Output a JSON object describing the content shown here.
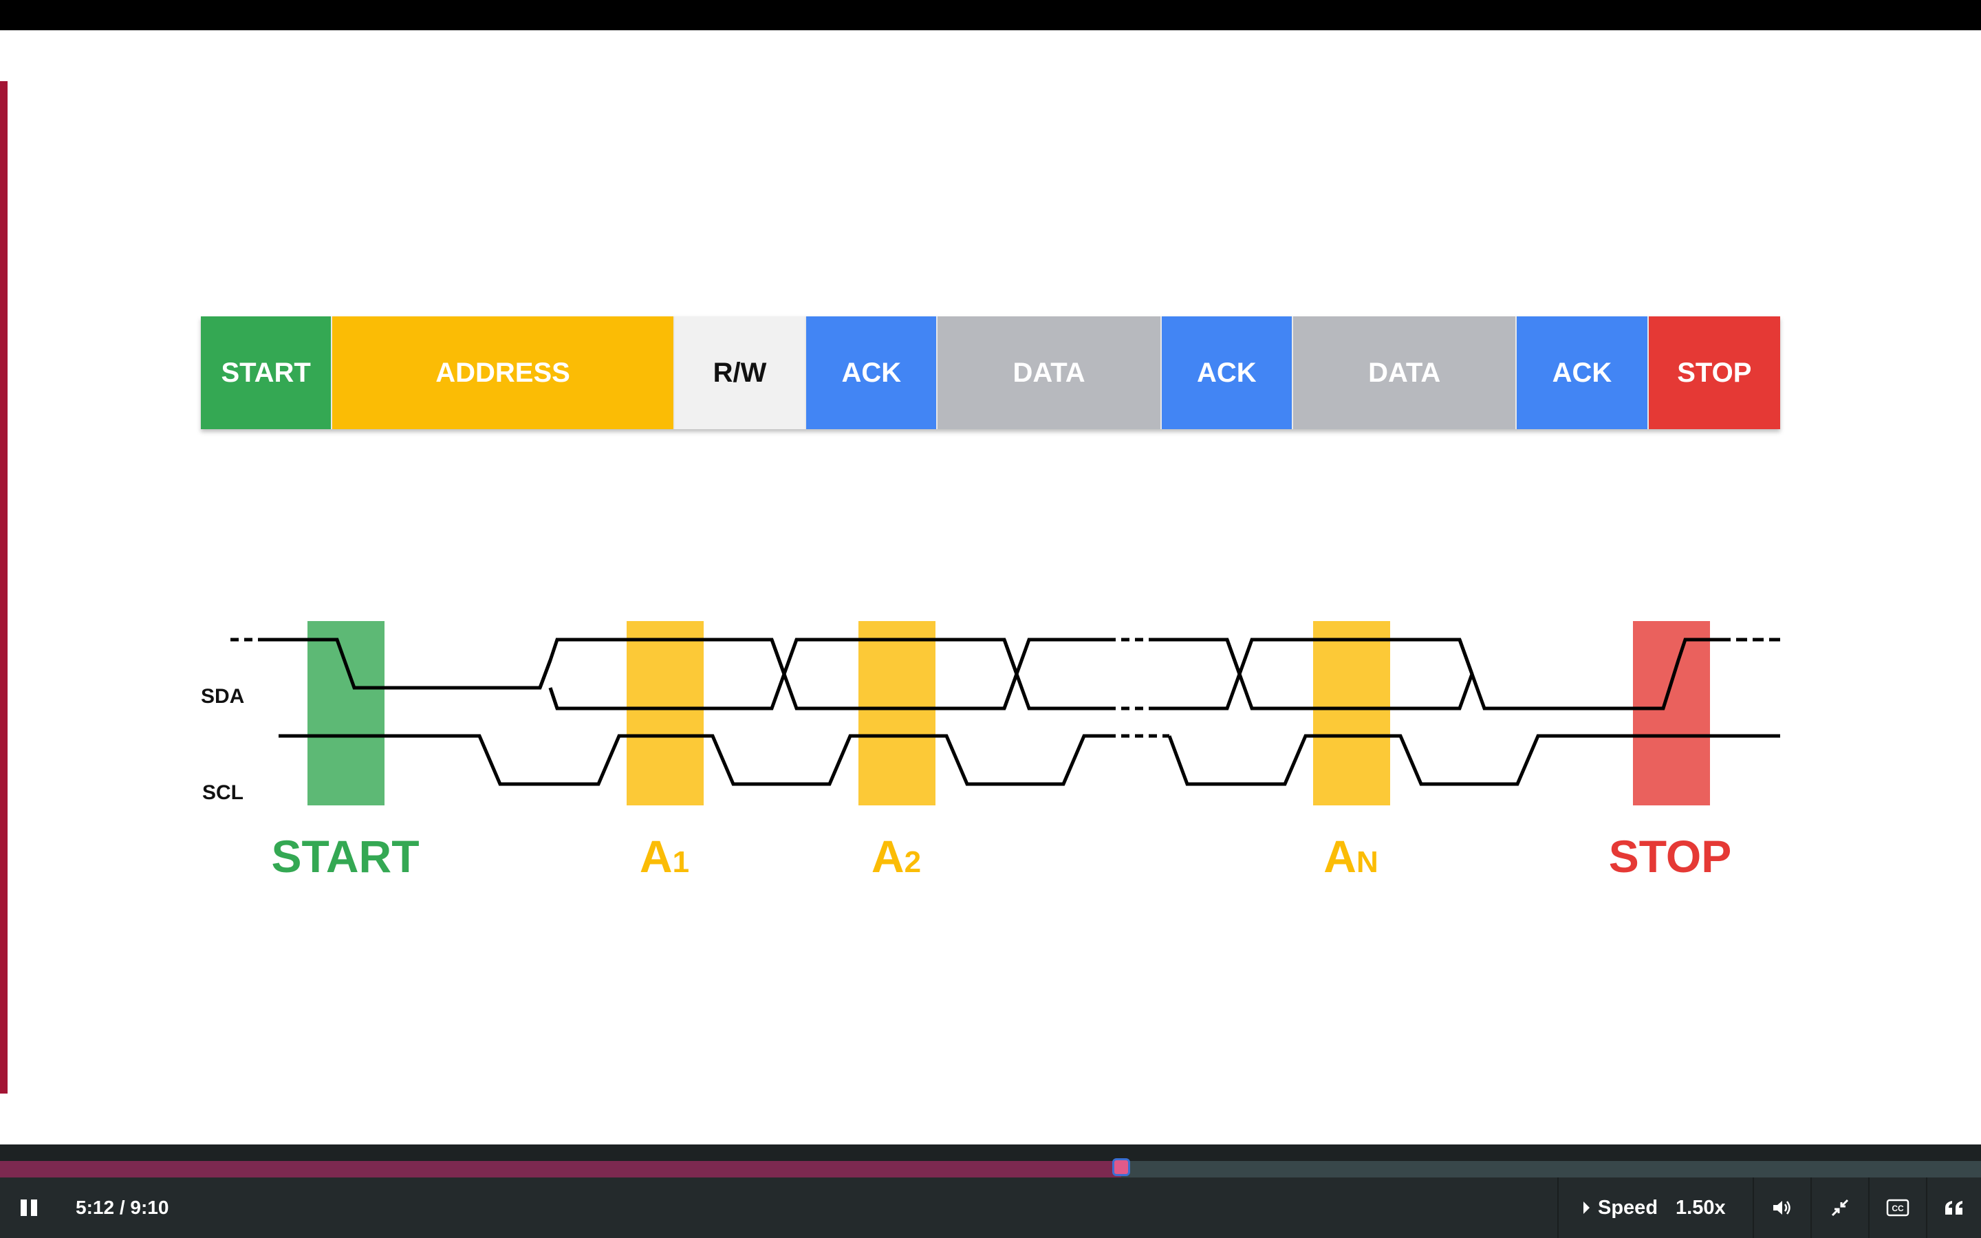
{
  "frame": {
    "segments": [
      {
        "label": "START",
        "color": "#34a853",
        "textColor": "#ffffff",
        "span": 1
      },
      {
        "label": "ADDRESS",
        "color": "#fbbc05",
        "textColor": "#ffffff",
        "span": 2.6
      },
      {
        "label": "R/W",
        "color": "#f1f1f1",
        "textColor": "#111111",
        "span": 1
      },
      {
        "label": "ACK",
        "color": "#4285f4",
        "textColor": "#ffffff",
        "span": 1
      },
      {
        "label": "DATA",
        "color": "#b7b9be",
        "textColor": "#ffffff",
        "span": 1.7
      },
      {
        "label": "ACK",
        "color": "#4285f4",
        "textColor": "#ffffff",
        "span": 1
      },
      {
        "label": "DATA",
        "color": "#b7b9be",
        "textColor": "#ffffff",
        "span": 1.7
      },
      {
        "label": "ACK",
        "color": "#4285f4",
        "textColor": "#ffffff",
        "span": 1
      },
      {
        "label": "STOP",
        "color": "#e53935",
        "textColor": "#ffffff",
        "span": 1
      }
    ]
  },
  "timing": {
    "sda_label": "SDA",
    "scl_label": "SCL",
    "markers": {
      "start": "START",
      "a1_main": "A",
      "a1_sub": "1",
      "a2_main": "A",
      "a2_sub": "2",
      "an_main": "A",
      "an_sub": "N",
      "stop": "STOP"
    },
    "colors": {
      "start": "#34a853",
      "address": "#fbbc05",
      "stop": "#e53935"
    }
  },
  "player": {
    "time": "5:12 / 9:10",
    "progress": 0.566,
    "speed_label": "Speed",
    "speed_value": "1.50x",
    "icons": [
      "pause-icon",
      "volume-icon",
      "exit-fullscreen-icon",
      "closed-captions-icon",
      "transcript-quote-icon"
    ]
  }
}
